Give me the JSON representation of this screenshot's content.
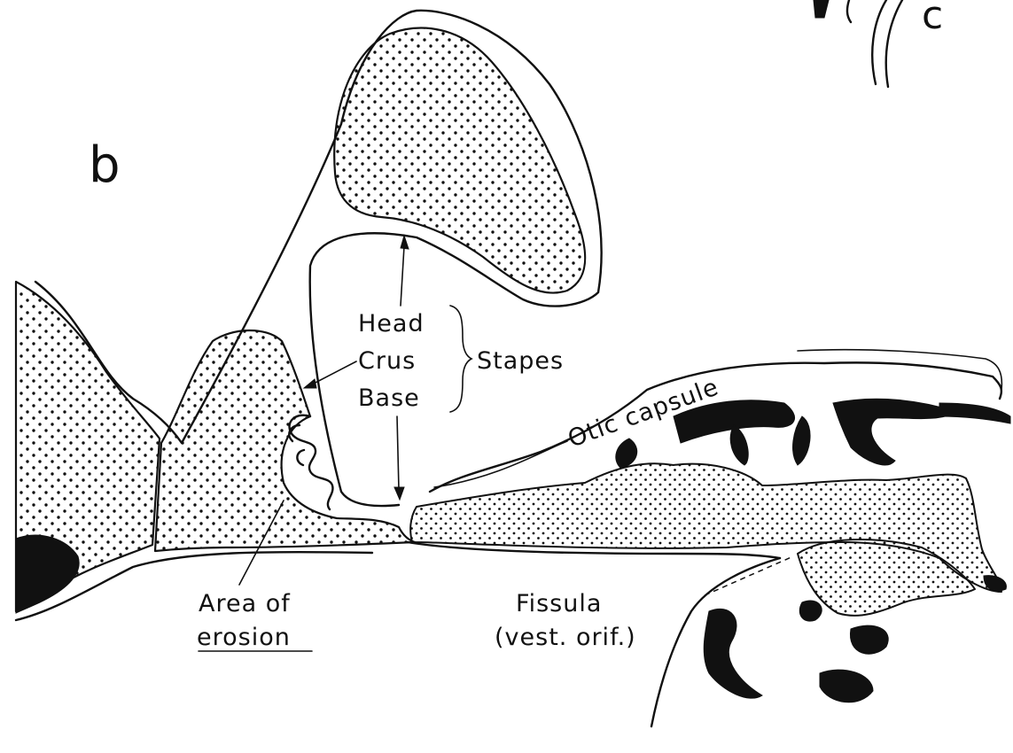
{
  "figure": {
    "panel_letter": "b",
    "corner_letter": "c"
  },
  "labels": {
    "head": "Head",
    "crus": "Crus",
    "base": "Base",
    "stapes": "Stapes",
    "otic_capsule": "Otic capsule",
    "area_of_erosion_line1": "Area of",
    "area_of_erosion_line2": "erosion",
    "fissula_line1": "Fissula",
    "fissula_line2": "(vest. orif.)"
  }
}
